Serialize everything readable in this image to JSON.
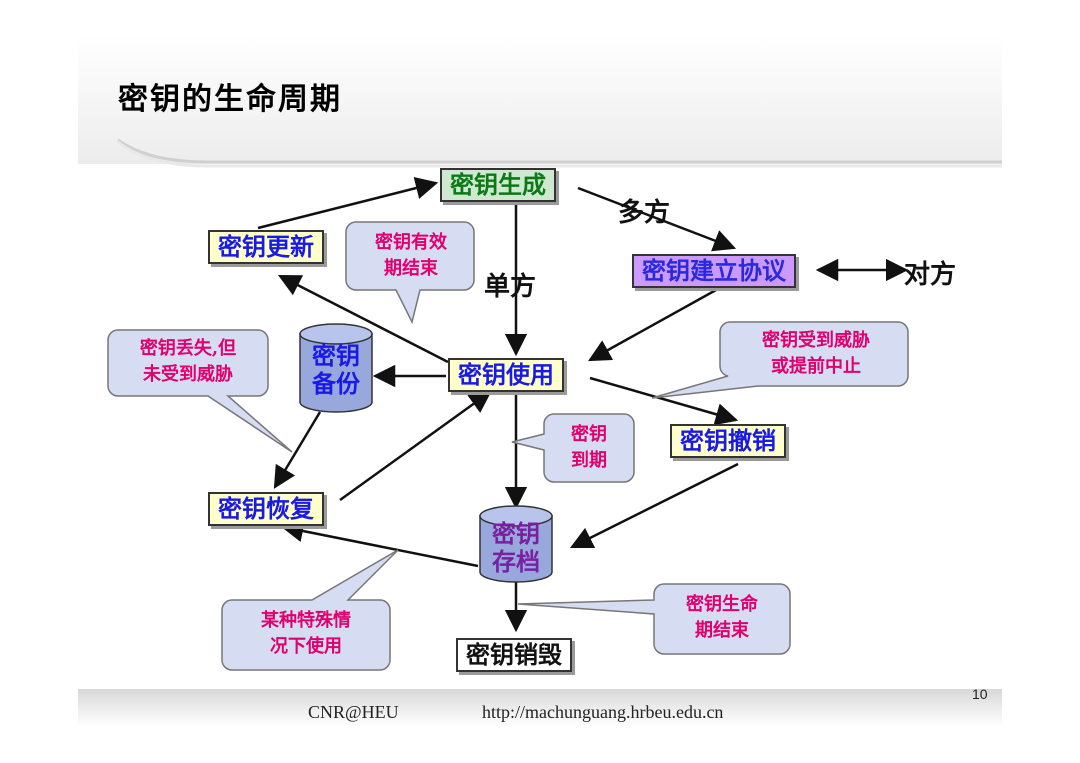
{
  "slide": {
    "title": "密钥的生命周期",
    "page_number": "10",
    "footer": {
      "left": "CNR@HEU",
      "right": "http://machunguang.hrbeu.edu.cn"
    }
  },
  "nodes": {
    "generate": "密钥生成",
    "update": "密钥更新",
    "establish": "密钥建立协议",
    "use": "密钥使用",
    "backup": [
      "密钥",
      "备份"
    ],
    "revoke": "密钥撤销",
    "recover": "密钥恢复",
    "archive": [
      "密钥",
      "存档"
    ],
    "destroy": "密钥销毁"
  },
  "edge_labels": {
    "multi_party": "多方",
    "single_party": "单方",
    "other_party": "对方"
  },
  "callouts": {
    "validity_end": [
      "密钥有效",
      "期结束"
    ],
    "lost": [
      "密钥丢失,但",
      "未受到威胁"
    ],
    "threatened": [
      "密钥受到威胁",
      "或提前中止"
    ],
    "expired": [
      "密钥",
      "到期"
    ],
    "special_case": [
      "某种特殊情",
      "况下使用"
    ],
    "lifecycle_end": [
      "密钥生命",
      "期结束"
    ]
  },
  "colors": {
    "node_yellow": "#ffffcc",
    "node_green_bg": "#cfe8d0",
    "node_green_text": "#0b7a16",
    "node_purple_bg": "#cc99ff",
    "node_blue_text": "#1a1ae6",
    "callout_bg": "#d6dcf2",
    "callout_text": "#e0006e",
    "cylinder_fill": "#98a8dc",
    "archive_text": "#7b1fa2"
  }
}
